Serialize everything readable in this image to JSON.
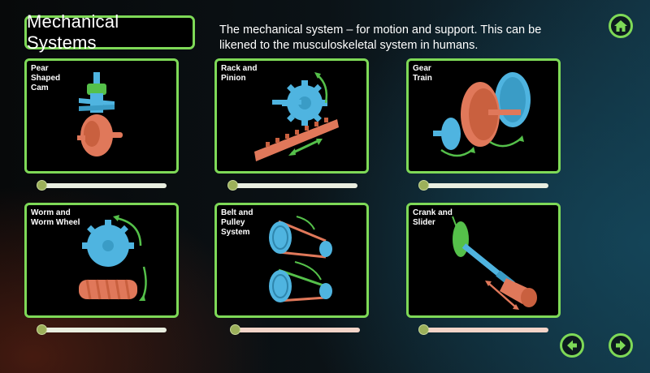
{
  "header": {
    "title": "Mechanical Systems",
    "intro": "The mechanical system – for motion and support. This can be likened to the musculoskeletal system in humans."
  },
  "nav": {
    "home_icon": "home-icon",
    "prev_icon": "arrow-left-icon",
    "next_icon": "arrow-right-icon"
  },
  "cards": [
    {
      "label": "Pear\nShaped\nCam",
      "progress": 0
    },
    {
      "label": "Rack and\nPinion",
      "progress": 0
    },
    {
      "label": "Gear\nTrain",
      "progress": 0
    },
    {
      "label": "Worm and\nWorm Wheel",
      "progress": 0
    },
    {
      "label": "Belt and\nPulley\nSystem",
      "progress": 0
    },
    {
      "label": "Crank and\nSlider",
      "progress": 0
    }
  ],
  "colors": {
    "accent": "#7ed957",
    "blue": "#4fb4e0",
    "copper": "#e0785a",
    "green_part": "#55c04a"
  }
}
